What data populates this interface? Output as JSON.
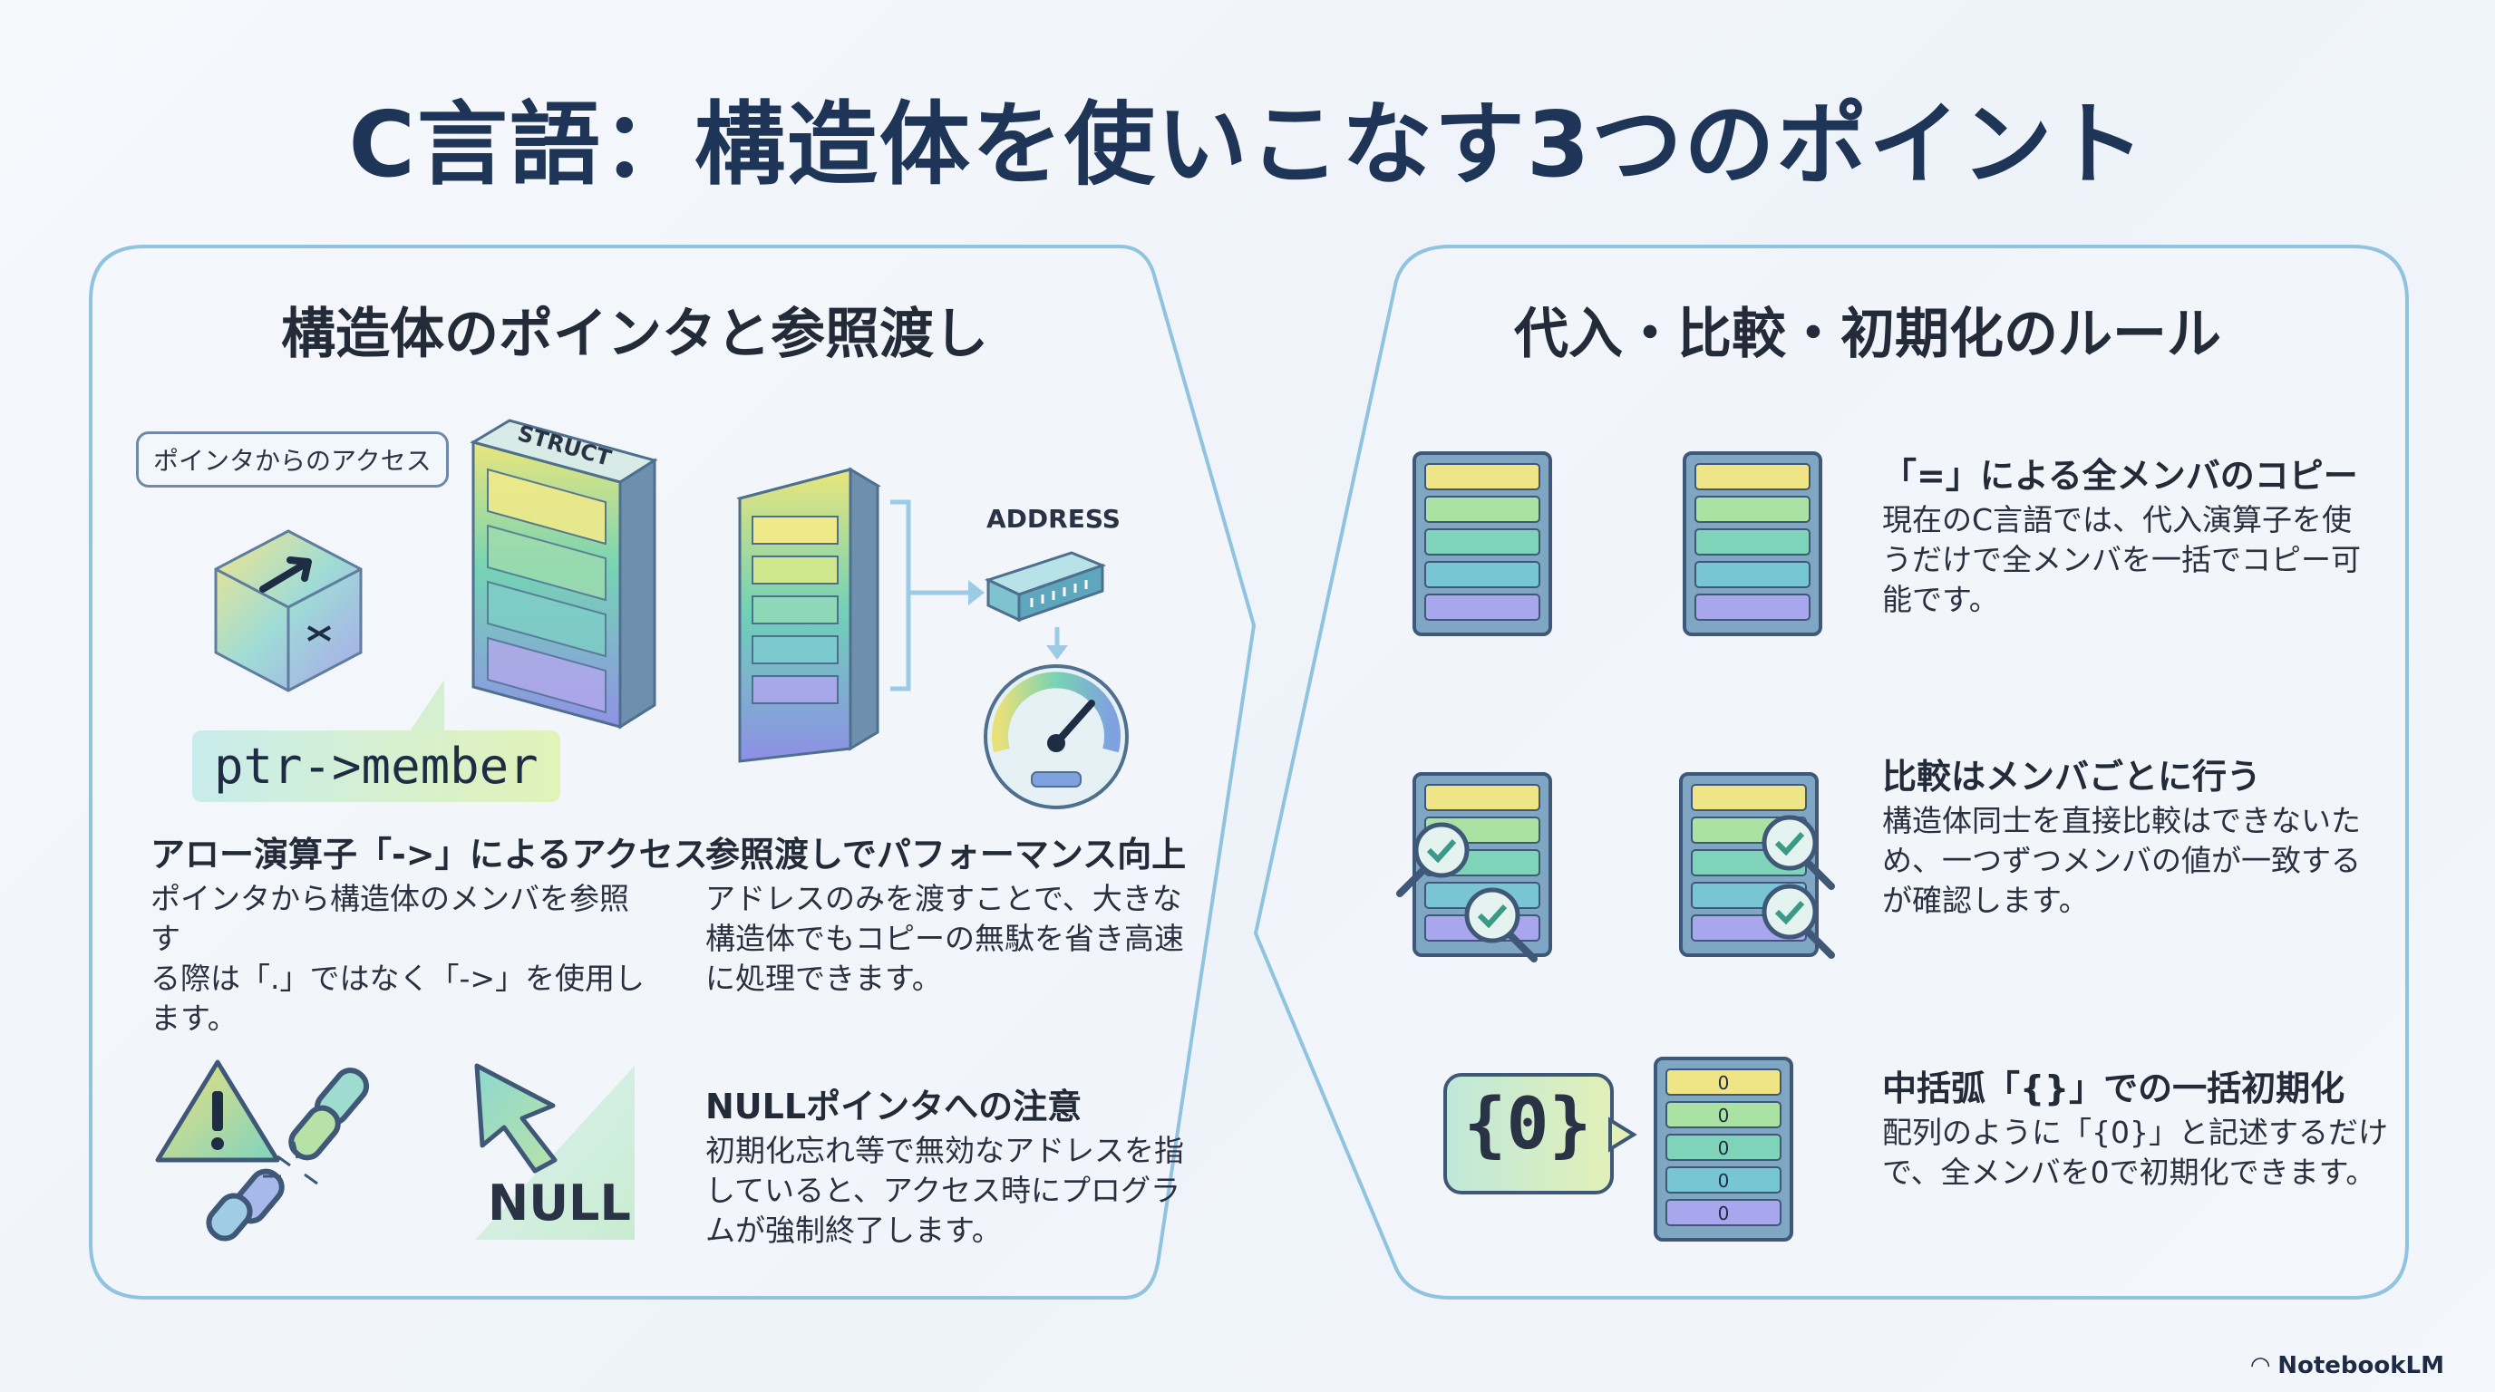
{
  "title": "C言語：構造体を使いこなす3つのポイント",
  "left": {
    "heading": "構造体のポインタと参照渡し",
    "tag": "ポインタからのアクセス",
    "struct_label": "STRUCT",
    "code": "ptr->member",
    "address_label": "ADDRESS",
    "null_label": "NULL",
    "items": [
      {
        "head": "アロー演算子「->」によるアクセス",
        "body": [
          "ポインタから構造体のメンバを参照す",
          "る際は「.」ではなく「->」を使用し",
          "ます。"
        ]
      },
      {
        "head": "参照渡しでパフォーマンス向上",
        "body": [
          "アドレスのみを渡すことで、大きな",
          "構造体でもコピーの無駄を省き高速",
          "に処理できます。"
        ]
      },
      {
        "head": "NULLポインタへの注意",
        "body": [
          "初期化忘れ等で無効なアドレスを指",
          "していると、アクセス時にプログラ",
          "ムが強制終了します。"
        ]
      }
    ]
  },
  "right": {
    "heading": "代入・比較・初期化のルール",
    "zero_code": "{0}",
    "zero_values": [
      "0",
      "0",
      "0",
      "0",
      "0"
    ],
    "items": [
      {
        "head": "「=」による全メンバのコピー",
        "body": [
          "現在のC言語では、代入演算子を使",
          "うだけで全メンバを一括でコピー可",
          "能です。"
        ]
      },
      {
        "head": "比較はメンバごとに行う",
        "body": [
          "構造体同士を直接比較はできないた",
          "め、一つずつメンバの値が一致する",
          "が確認します。"
        ]
      },
      {
        "head": "中括弧「{}」での一括初期化",
        "body": [
          "配列のように「{0}」と記述するだけ",
          "で、全メンバを0で初期化できます。"
        ]
      }
    ]
  },
  "footer": "NotebookLM",
  "colors": {
    "panel_border": "#8fc3e0",
    "title": "#1e3557"
  }
}
